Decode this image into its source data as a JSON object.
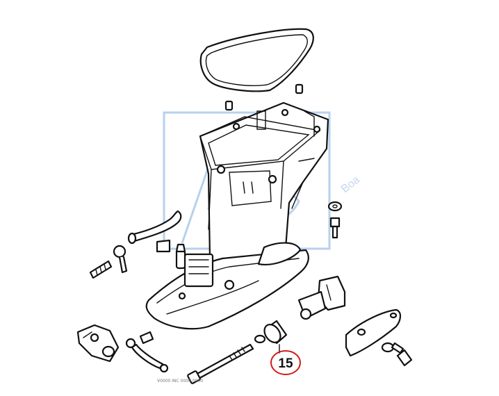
{
  "diagram": {
    "type": "exploded-parts-diagram",
    "subject": "outboard motor lower casing / exhaust housing",
    "callouts": [
      {
        "label": "15",
        "ring_color": "#d21a1a",
        "points_to": "spacer-bushing"
      }
    ],
    "watermark_text": "Boa",
    "footer_text": "V0000  INC  0000 0000"
  },
  "colors": {
    "line": "#111111",
    "callout": "#d21a1a",
    "watermark": "#b7d0ee"
  }
}
